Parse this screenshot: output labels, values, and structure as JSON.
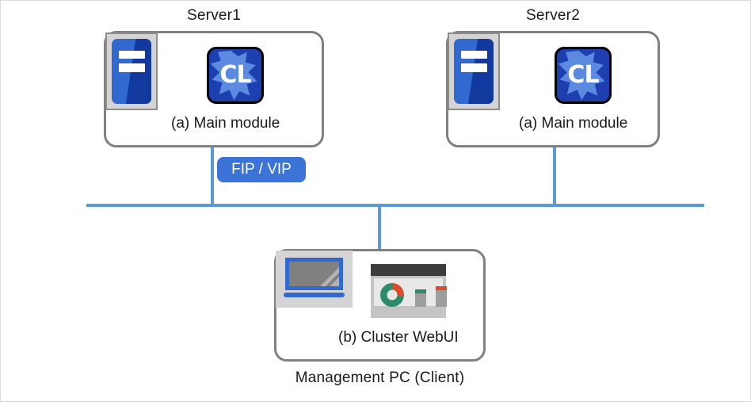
{
  "diagram": {
    "servers": [
      {
        "title": "Server1",
        "caption": "(a) Main module",
        "server_icon_name": "server-rack-icon",
        "module_icon_name": "clusterpro-cl-logo-icon",
        "module_icon_text": "CL"
      },
      {
        "title": "Server2",
        "caption": "(a) Main module",
        "server_icon_name": "server-rack-icon",
        "module_icon_name": "clusterpro-cl-logo-icon",
        "module_icon_text": "CL"
      }
    ],
    "fip_vip_badge": "FIP / VIP",
    "client": {
      "caption": "(b) Cluster WebUI",
      "title": "Management PC (Client)",
      "laptop_icon_name": "laptop-computer-icon",
      "browser_icon_name": "web-browser-dashboard-icon"
    },
    "colors": {
      "network_line": "#5b9bd5",
      "badge_background": "#3b74d6",
      "box_border": "#808080",
      "server_chassis": "#3169d0",
      "server_chassis_shadow": "#123a9e",
      "cl_logo_background": "#1d3fb0",
      "cl_logo_splash": "#5b8ae0",
      "donut_green": "#2e8b6a",
      "donut_red": "#d94e2f",
      "icon_frame": "#d4d4d4"
    }
  }
}
